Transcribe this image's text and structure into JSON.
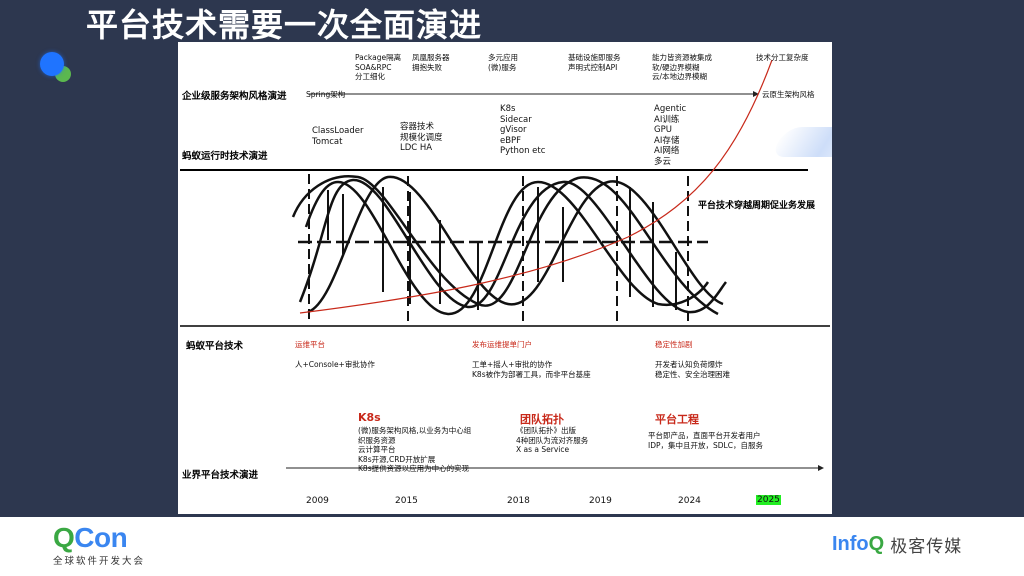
{
  "slide": {
    "title": "平台技术需要一次全面演进",
    "background_color": "#2d374f"
  },
  "diagram": {
    "row_labels": {
      "enterprise_arch": "企业级服务架构风格演进",
      "ant_runtime": "蚂蚁运行时技术演进",
      "ant_platform": "蚂蚁平台技术",
      "industry_platform": "业界平台技术演进"
    },
    "enterprise_arch": {
      "start": "Spring架构",
      "end": "云原生架构风格",
      "milestones": [
        {
          "lines": [
            "Package隔离",
            "SOA&RPC",
            "分工细化"
          ]
        },
        {
          "lines": [
            "凤凰服务器",
            "拥抱失败"
          ]
        },
        {
          "lines": [
            "多元应用",
            "(微)服务"
          ]
        },
        {
          "lines": [
            "基础设施即服务",
            "声明式控制API"
          ]
        },
        {
          "lines": [
            "能力皆资源被集成",
            "软/硬边界模糊",
            "云/本地边界模糊"
          ]
        },
        {
          "lines": [
            "技术分工复杂度"
          ]
        }
      ]
    },
    "ant_runtime": {
      "stages": [
        {
          "lines": [
            "ClassLoader",
            "Tomcat"
          ]
        },
        {
          "lines": [
            "容器技术",
            "规模化调度",
            "LDC HA"
          ]
        },
        {
          "lines": [
            "K8s",
            "Sidecar",
            "gVisor",
            "eBPF",
            "Python etc"
          ]
        },
        {
          "lines": [
            "Agentic",
            "AI训练",
            "GPU",
            "AI存储",
            "AI网络",
            "多云"
          ]
        }
      ]
    },
    "helix_caption": "平台技术穿越周期促业务发展",
    "ant_platform": {
      "stages": [
        {
          "title": "运维平台",
          "lines": [
            "人+Console+审批协作"
          ]
        },
        {
          "title": "发布运维提单门户",
          "lines": [
            "工单+摇人+审批的协作",
            "K8s被作为部署工具，而非平台基座"
          ]
        },
        {
          "title": "稳定性加剧",
          "lines": [
            "开发者认知负荷爆炸",
            "稳定性、安全治理困难"
          ]
        }
      ]
    },
    "industry_platform": {
      "stages": [
        {
          "title": "K8s",
          "lines": [
            "(微)服务架构风格,以业务为中心组",
            "织服务资源",
            "云计算平台",
            "K8s开源,CRD开放扩展",
            "K8s提供资源以应用为中心的实现"
          ]
        },
        {
          "title": "团队拓扑",
          "lines": [
            "《团队拓扑》出版",
            "4种团队为流对齐服务",
            "X as a Service"
          ]
        },
        {
          "title": "平台工程",
          "lines": [
            "平台即产品，直面平台开发者用户",
            "IDP，集中且开放，SDLC，自服务"
          ]
        }
      ]
    },
    "timeline": {
      "years": [
        "2009",
        "2015",
        "2018",
        "2019",
        "2024",
        "2025"
      ],
      "highlighted_year": "2025",
      "highlight_color": "#22ee22"
    },
    "curve_color": "#c8291a"
  },
  "footer": {
    "qcon_logo_q": "Q",
    "qcon_logo_con": "Con",
    "qcon_subtitle": "全球软件开发大会",
    "infoq_logo_info": "Info",
    "infoq_logo_q": "Q",
    "infoq_cn": "极客传媒"
  }
}
